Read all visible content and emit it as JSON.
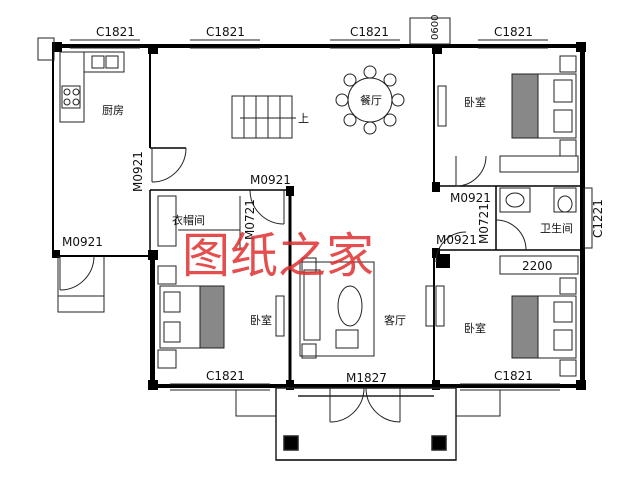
{
  "labels": {
    "window_top_1": "C1821",
    "window_top_2": "C1821",
    "window_top_3": "C1821",
    "window_top_4": "C1821",
    "window_top_small": "0600",
    "window_bottom_1": "C1821",
    "window_bottom_2": "C1821",
    "door_main": "M1827",
    "door_kitchen": "M0921",
    "door_left": "M0921",
    "door_closet": "M0921",
    "door_closet_side": "M0721",
    "door_bedroom_right_top": "M0921",
    "door_bath": "M0921",
    "door_bath_side": "M0721",
    "window_bath": "C1221",
    "dim_2200": "2200",
    "stair_up": "上"
  },
  "rooms": {
    "kitchen": "厨房",
    "dining": "餐厅",
    "bedroom_top_right": "卧室",
    "bathroom": "卫生间",
    "closet": "衣帽间",
    "bedroom_left": "卧室",
    "living": "客厅",
    "bedroom_bottom_right": "卧室"
  },
  "watermark": "图纸之家",
  "colors": {
    "wall": "#000000",
    "line": "#222222",
    "watermark": "#e03030"
  }
}
